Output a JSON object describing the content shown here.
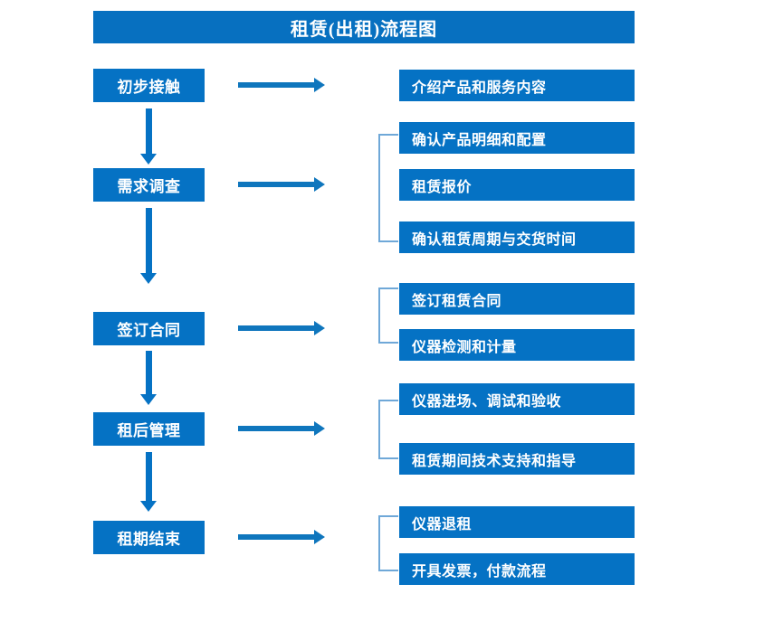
{
  "title": "租赁(出租)流程图",
  "colors": {
    "box_blue": "#0572c4",
    "title_blue": "#0770c0",
    "arrow_blue": "#0f76bd",
    "bracket_blue": "#6fa8d8",
    "text_white": "#ffffff",
    "background": "#ffffff"
  },
  "stages": [
    {
      "label": "初步接触"
    },
    {
      "label": "需求调查"
    },
    {
      "label": "签订合同"
    },
    {
      "label": "租后管理"
    },
    {
      "label": "租期结束"
    }
  ],
  "details": [
    {
      "label": "介绍产品和服务内容"
    },
    {
      "label": "确认产品明细和配置"
    },
    {
      "label": "租赁报价"
    },
    {
      "label": "确认租赁周期与交货时间"
    },
    {
      "label": "签订租赁合同"
    },
    {
      "label": "仪器检测和计量"
    },
    {
      "label": "仪器进场、调试和验收"
    },
    {
      "label": "租赁期间技术支持和指导"
    },
    {
      "label": "仪器退租"
    },
    {
      "label": "开具发票，付款流程"
    }
  ],
  "groups": [
    {
      "stage": "初步接触",
      "details": [
        "介绍产品和服务内容"
      ],
      "bracketed": false
    },
    {
      "stage": "需求调查",
      "details": [
        "确认产品明细和配置",
        "租赁报价",
        "确认租赁周期与交货时间"
      ],
      "bracketed": true
    },
    {
      "stage": "签订合同",
      "details": [
        "签订租赁合同",
        "仪器检测和计量"
      ],
      "bracketed": true
    },
    {
      "stage": "租后管理",
      "details": [
        "仪器进场、调试和验收",
        "租赁期间技术支持和指导"
      ],
      "bracketed": true
    },
    {
      "stage": "租期结束",
      "details": [
        "仪器退租",
        "开具发票，付款流程"
      ],
      "bracketed": true
    }
  ],
  "flow_arrows": {
    "vertical_count": 4,
    "horizontal_count": 5,
    "direction": "top-to-bottom"
  }
}
